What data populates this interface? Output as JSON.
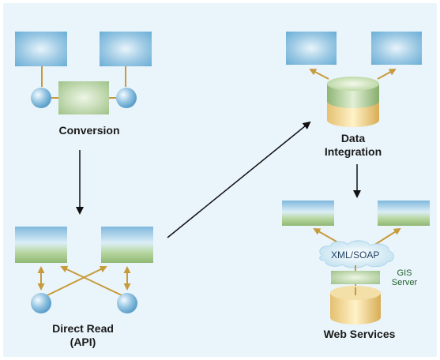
{
  "colors": {
    "background": "#eaf5fb",
    "node_blue": "#8fc1e0",
    "node_green": "#a6c58a",
    "connector_gold": "#c79a3a",
    "flow_arrow": "#111111"
  },
  "labels": {
    "conversion": "Conversion",
    "direct_read_line1": "Direct Read",
    "direct_read_line2": "(API)",
    "data_integration_line1": "Data",
    "data_integration_line2": "Integration",
    "web_services": "Web Services",
    "xml_soap": "XML/SOAP",
    "gis_line1": "GIS",
    "gis_line2": "Server"
  }
}
